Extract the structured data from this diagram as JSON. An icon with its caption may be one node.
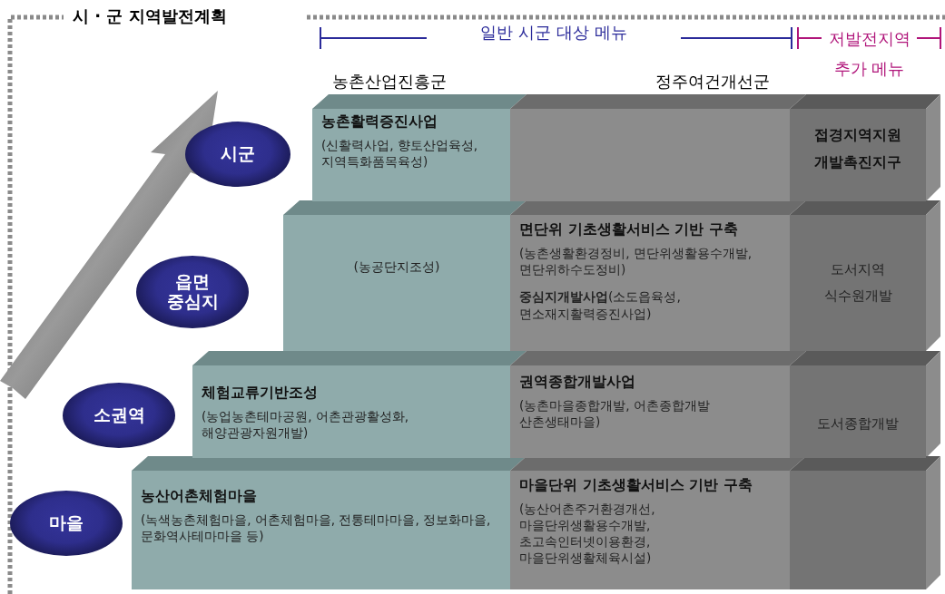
{
  "diagram": {
    "title": "시 · 군 지역발전계획",
    "nodes": [
      {
        "text": [
          "시군"
        ]
      },
      {
        "text": [
          "읍면 중심지"
        ]
      },
      {
        "text": [
          "소권역"
        ]
      },
      {
        "text": [
          "마을"
        ]
      },
      {
        "text": [
          "농촌활력증진사업",
          "(신활력사업, 향토산업육성, 지역특화품목육성)"
        ]
      },
      {
        "text": [],
        "shape": "box"
      },
      {
        "text": [
          "접경지역지원 개발촉진지구"
        ]
      },
      {
        "text": [
          "(농공단지조성)"
        ]
      },
      {
        "text": [
          "면단위 기초생활서비스 기반 구축",
          "(농촌생활환경정비, 면단위생활용수개발,면단위하수도정비)",
          "**중심지개발사업**(소도읍육성, 면소재지활력증진사업)"
        ]
      },
      {
        "text": [
          "도서지역 식수원개발"
        ]
      },
      {
        "text": [
          "체험교류기반조성",
          "(농업농촌테마공원, 어촌관광활성화, 해양관광자원개발)"
        ]
      },
      {
        "text": [
          "권역종합개발사업",
          "(농촌마을종합개발, 어촌종합개발 산촌생태마을)"
        ]
      },
      {
        "text": [
          "도서종합개발"
        ]
      },
      {
        "text": [
          "농산어촌체험마을",
          "(녹색농촌체험마을, 어촌체험마을, 전통테마마을, 정보화마을, 문화역사테마마을 등)"
        ]
      },
      {
        "text": [
          "마을단위 기초생활서비스 기반 구축",
          "(농산어촌주거환경개선, 마을단위생활용수개발, 초고속인터넷이용환경, 마을단위생활체육시설)"
        ]
      },
      {
        "text": [],
        "shape": "box"
      }
    ],
    "edges": [],
    "labels": [
      "일반 시군 대상 메뉴",
      "저발전지역 추가 메뉴",
      "농촌산업진흥군",
      "정주여건개선군"
    ]
  }
}
